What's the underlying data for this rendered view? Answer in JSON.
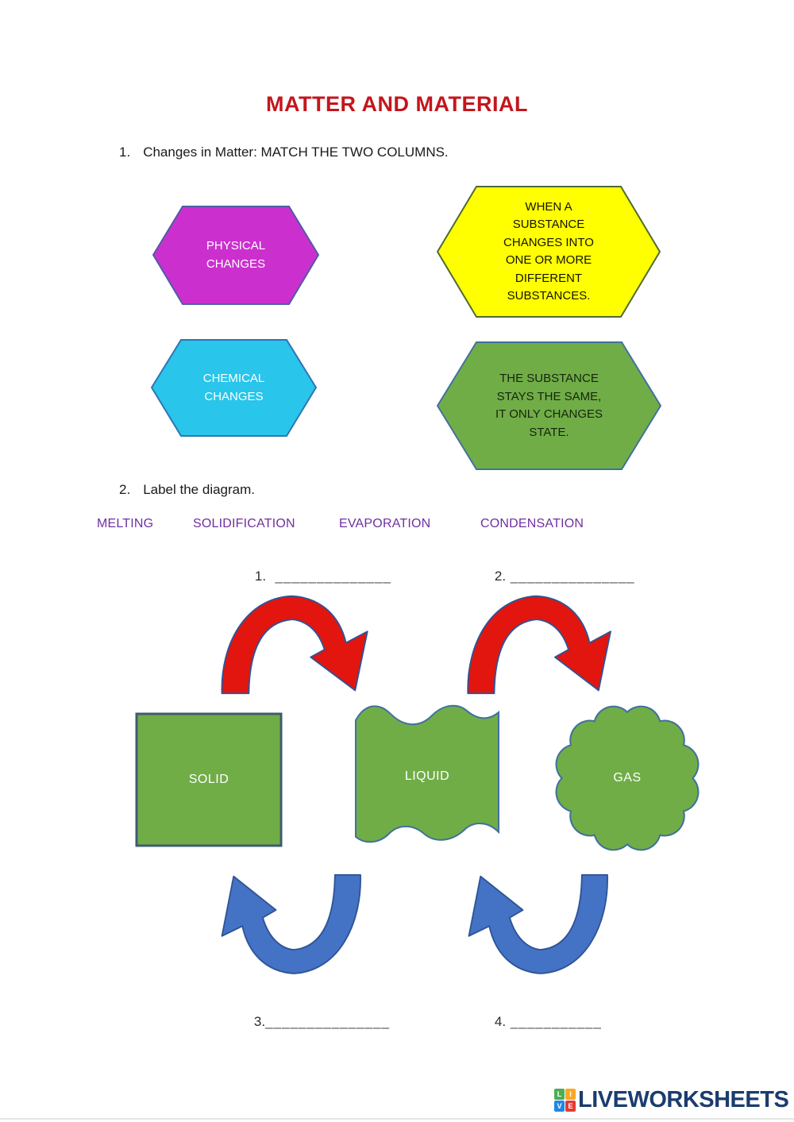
{
  "title": "MATTER AND MATERIAL",
  "question1": {
    "number": "1.",
    "prompt": "Changes in Matter: MATCH THE TWO COLUMNS."
  },
  "match": {
    "left": [
      {
        "label": "PHYSICAL\nCHANGES"
      },
      {
        "label": "CHEMICAL\nCHANGES"
      }
    ],
    "right": [
      {
        "label": "WHEN A\nSUBSTANCE\nCHANGES INTO\nONE OR MORE\nDIFFERENT\nSUBSTANCES."
      },
      {
        "label": "THE SUBSTANCE\nSTAYS THE SAME,\nIT ONLY CHANGES\nSTATE."
      }
    ]
  },
  "question2": {
    "number": "2.",
    "prompt": "Label the diagram."
  },
  "word_bank": [
    "MELTING",
    "SOLIDIFICATION",
    "EVAPORATION",
    "CONDENSATION"
  ],
  "blanks": [
    {
      "number": "1.",
      "line": "  ______________"
    },
    {
      "number": "2.",
      "line": " _______________"
    },
    {
      "number": "3.",
      "line": "_______________"
    },
    {
      "number": "4.",
      "line": " ___________"
    }
  ],
  "states": {
    "solid": "SOLID",
    "liquid": "LIQUID",
    "gas": "GAS"
  },
  "footer": {
    "brand": "LIVEWORKSHEETS",
    "logo_letters": [
      "L",
      "I",
      "V",
      "E"
    ]
  },
  "colors": {
    "title_red": "#C3161C",
    "physical_fill": "#CB30CE",
    "physical_stroke": "#4F5BA6",
    "chemical_fill": "#29C5EA",
    "chemical_stroke": "#2E75B6",
    "definition_chemical_fill": "#FFFF00",
    "definition_chemical_stroke": "#4E6B30",
    "definition_physical_fill": "#70AD47",
    "definition_physical_stroke": "#41719C",
    "state_shape_fill": "#70AD47",
    "state_shape_stroke": "#3F5C6E",
    "heat_arrow_fill": "#E2150F",
    "cool_arrow_fill": "#4472C4",
    "arrow_stroke": "#2F5496",
    "word_bank_purple": "#7030A0",
    "brand_navy": "#1B3C6E"
  }
}
